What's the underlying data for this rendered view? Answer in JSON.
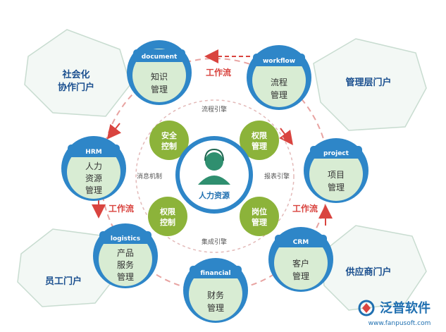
{
  "portals": {
    "social": [
      "社会化",
      "协作门户"
    ],
    "management": [
      "管理层门户"
    ],
    "employee": [
      "员工门户"
    ],
    "supplier": [
      "供应商门户"
    ]
  },
  "modules": {
    "document": {
      "tag": "document",
      "lines": [
        "知识",
        "管理"
      ]
    },
    "workflow": {
      "tag": "workflow",
      "lines": [
        "流程",
        "管理"
      ]
    },
    "hrm": {
      "tag": "HRM",
      "lines": [
        "人力",
        "资源",
        "管理"
      ]
    },
    "project": {
      "tag": "project",
      "lines": [
        "项目",
        "管理"
      ]
    },
    "logistics": {
      "tag": "logistics",
      "lines": [
        "产品",
        "服务",
        "管理"
      ]
    },
    "crm": {
      "tag": "CRM",
      "lines": [
        "客户",
        "管理"
      ]
    },
    "financial": {
      "tag": "financial",
      "lines": [
        "财务",
        "管理"
      ]
    }
  },
  "center": {
    "label": "人力资源"
  },
  "inner_nodes": {
    "security": [
      "安全",
      "控制"
    ],
    "permission": [
      "权限",
      "管理"
    ],
    "auth_control": [
      "权限",
      "控制"
    ],
    "post": [
      "岗位",
      "管理"
    ]
  },
  "engines": {
    "process": "流程引擎",
    "message": "消息机制",
    "report": "报表引擎",
    "integration": "集成引擎"
  },
  "flows": {
    "top": "工作流",
    "left": "工作流",
    "right": "工作流"
  },
  "logo": {
    "name": "泛普软件",
    "url": "www.fanpusoft.com"
  },
  "colors": {
    "blue": "#2e86c8",
    "blue_dark": "#1f6fb0",
    "green": "#8cb33a",
    "mint": "#d8ecd3",
    "red": "#d9443f",
    "portal_text": "#1a4f8f"
  }
}
